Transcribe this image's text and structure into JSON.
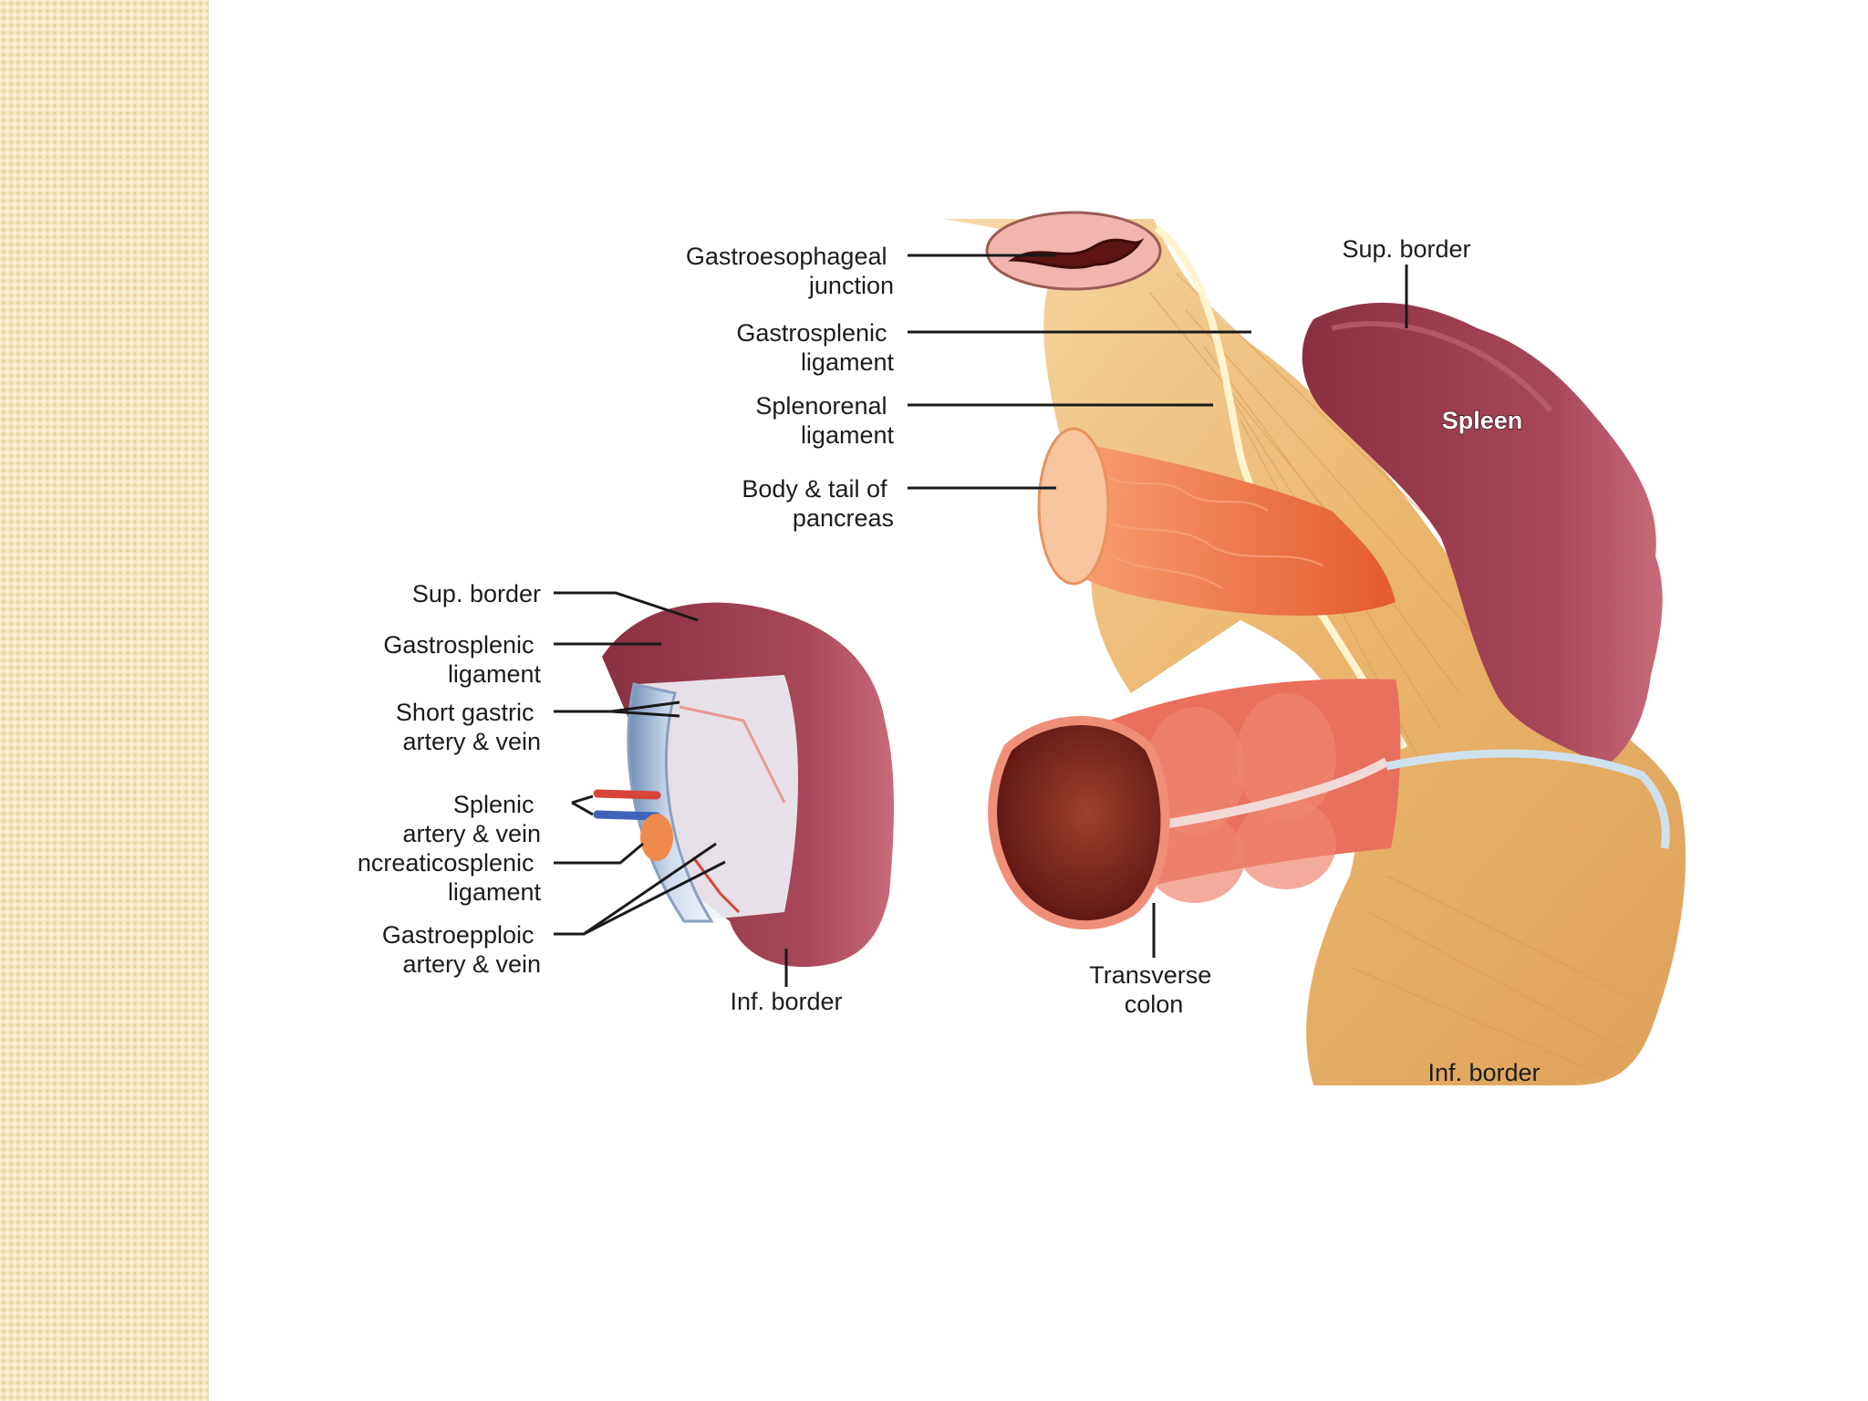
{
  "labels": {
    "gastroesophageal_junction": [
      "Gastroesophageal",
      "junction"
    ],
    "gastrosplenic_ligament_main": [
      "Gastrosplenic",
      "ligament"
    ],
    "splenorenal_ligament": [
      "Splenorenal",
      "ligament"
    ],
    "body_tail_pancreas": [
      "Body & tail of",
      "pancreas"
    ],
    "sup_border_main": "Sup. border",
    "spleen": "Spleen",
    "transverse_colon": [
      "Transverse",
      "colon"
    ],
    "inf_border_main": "Inf. border",
    "sup_border_inset": "Sup. border",
    "gastrosplenic_ligament_inset": [
      "Gastrosplenic",
      "ligament"
    ],
    "short_gastric": [
      "Short gastric",
      "artery & vein"
    ],
    "splenic_vessels": [
      "Splenic",
      "artery & vein"
    ],
    "pancreaticosplenic": [
      "ncreaticosplenic",
      "ligament"
    ],
    "gastroepiploic": [
      "Gastroepploic",
      "artery & vein"
    ],
    "inf_border_inset": "Inf. border"
  },
  "colors": {
    "sidebar": "#f4e7c2",
    "fat": "#e9b46c",
    "spleen": "#9e3f50",
    "pancreas": "#f07a45",
    "colon": "#e8705d",
    "vessel_red": "#d8453a",
    "vessel_blue": "#3e63b8"
  }
}
